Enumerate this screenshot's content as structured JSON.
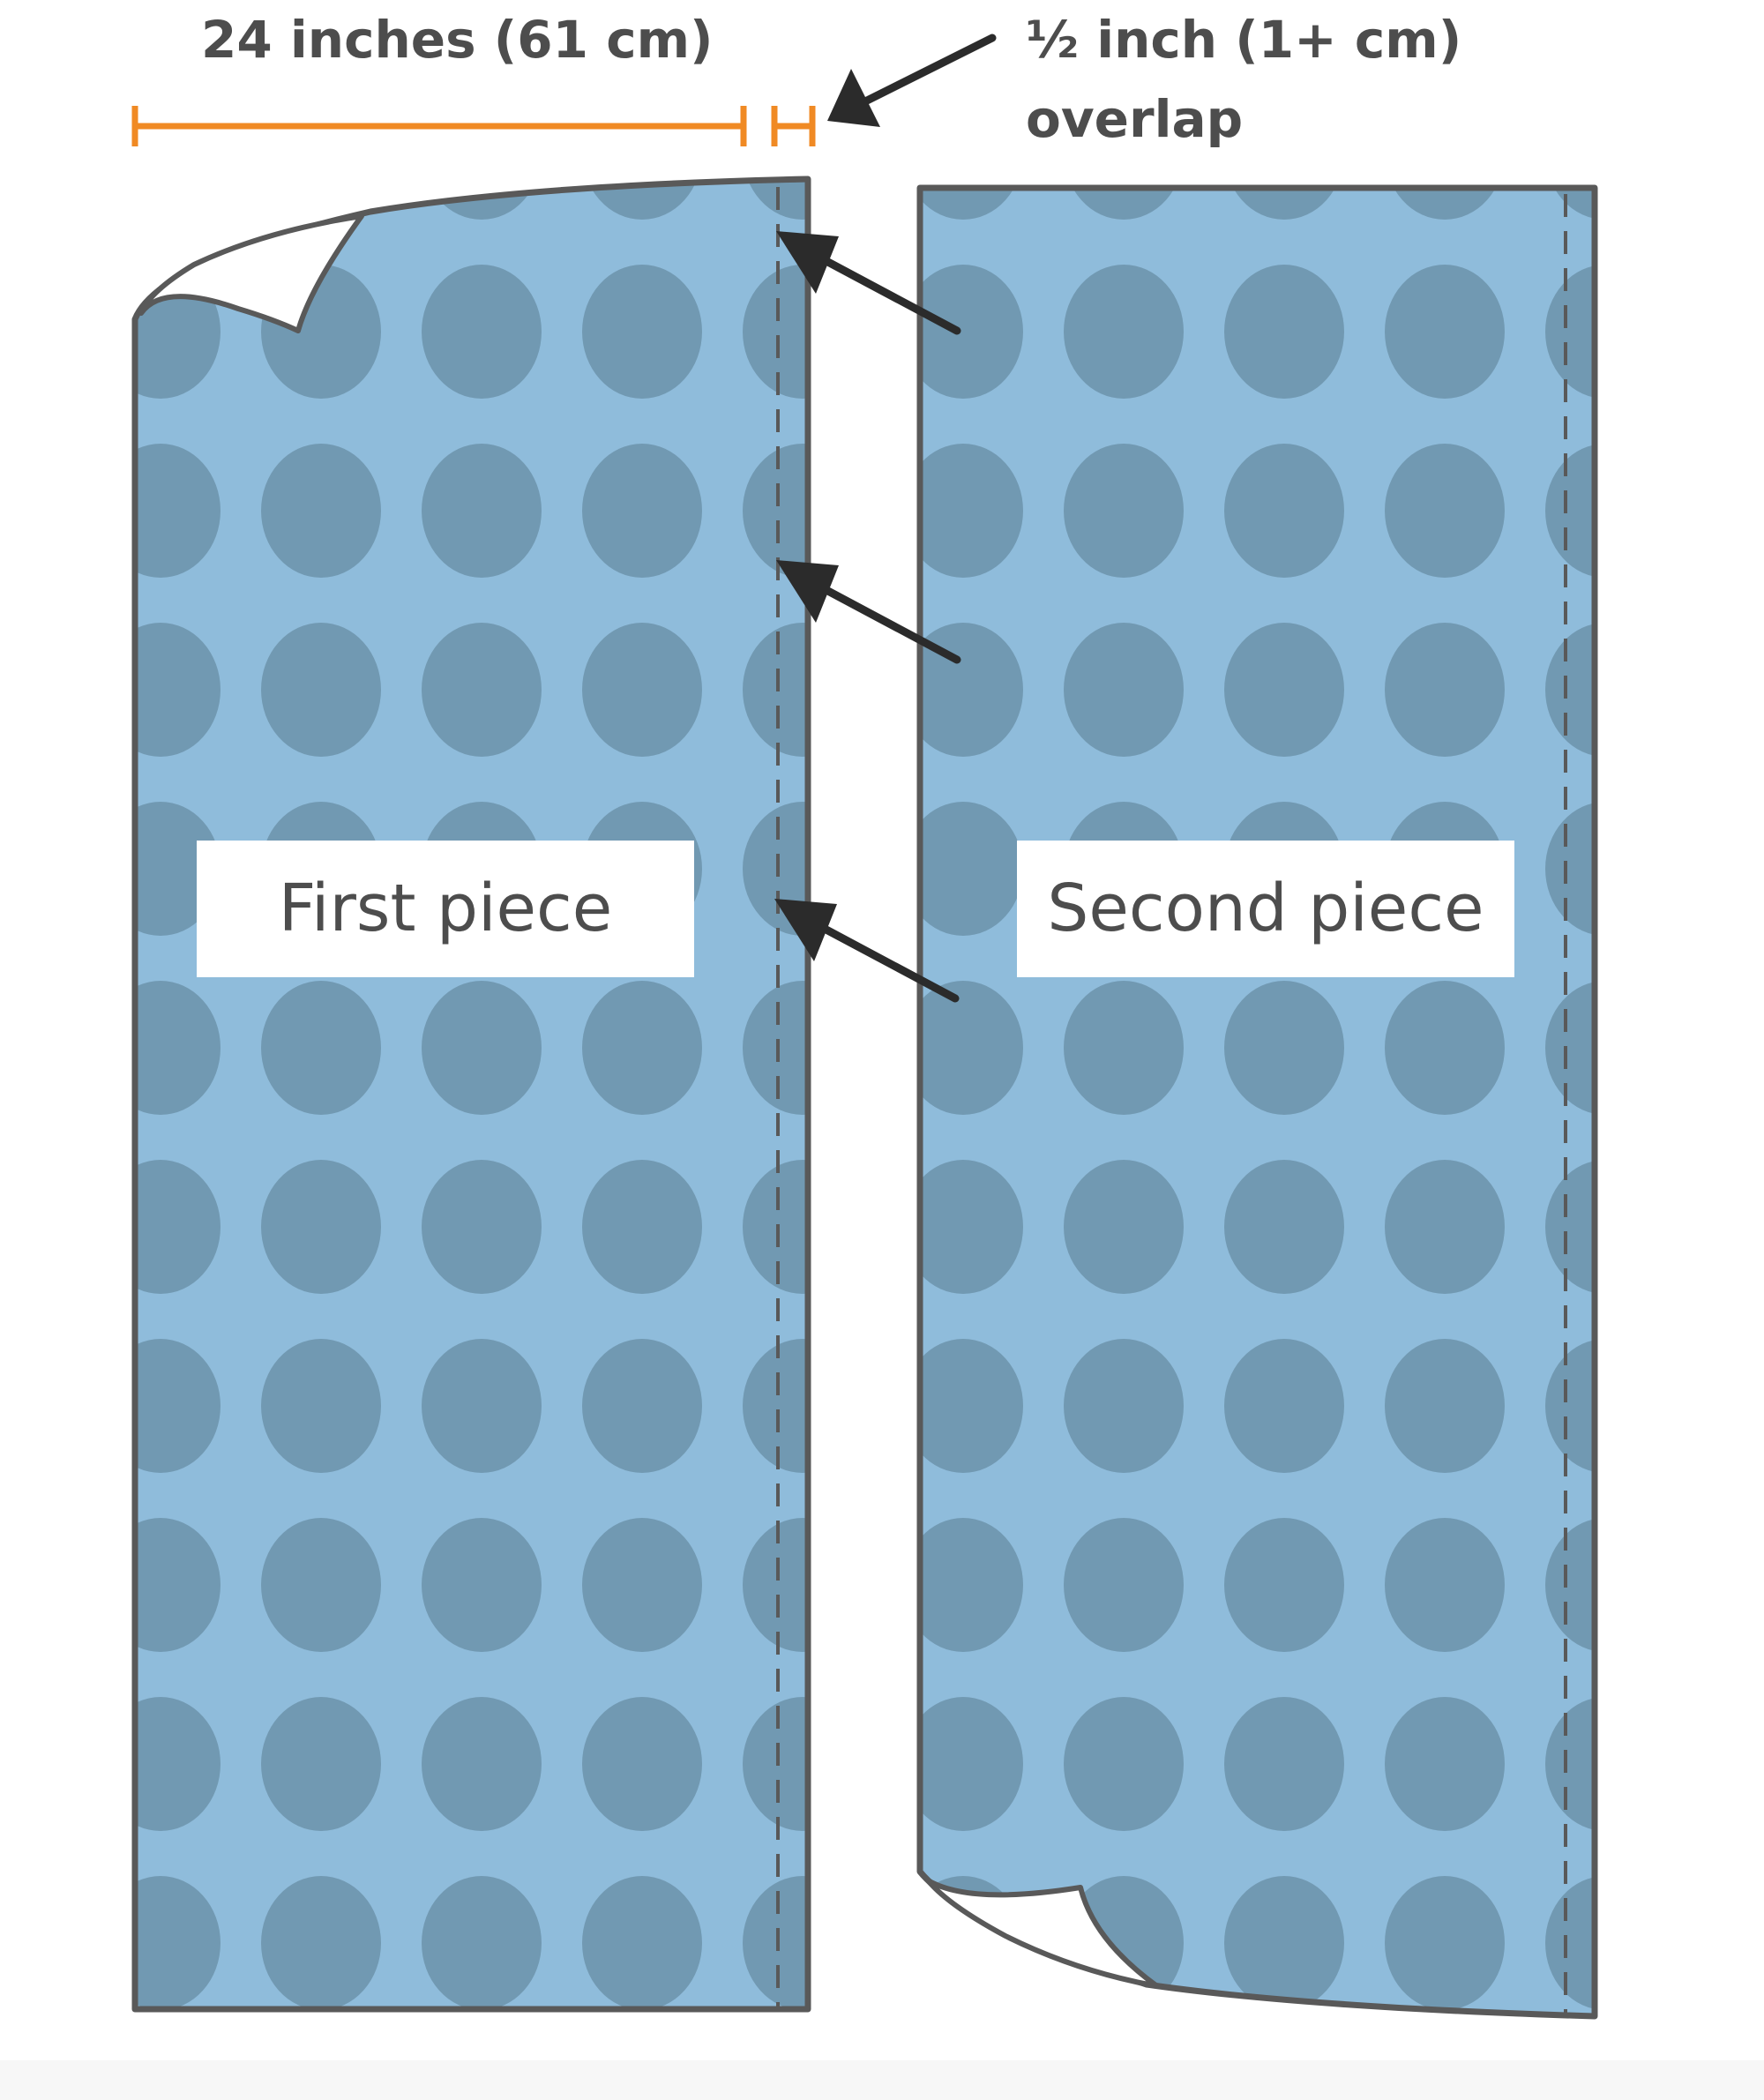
{
  "dimensions": {
    "width_label": "24 inches (61 cm)",
    "overlap_label_line1": "½ inch (1+ cm)",
    "overlap_label_line2": "overlap"
  },
  "pieces": {
    "first_label": "First piece",
    "second_label": "Second piece"
  },
  "colors": {
    "fabric": "#8fbcdb",
    "dots": "#7199b2",
    "outline": "#595959",
    "measure": "#f08a24",
    "arrow": "#2b2b2b",
    "label_text": "#4d4d4d",
    "label_bg": "#ffffff"
  },
  "icons": {
    "pointer": "arrow-icon",
    "page_curl": "page-curl-icon"
  }
}
